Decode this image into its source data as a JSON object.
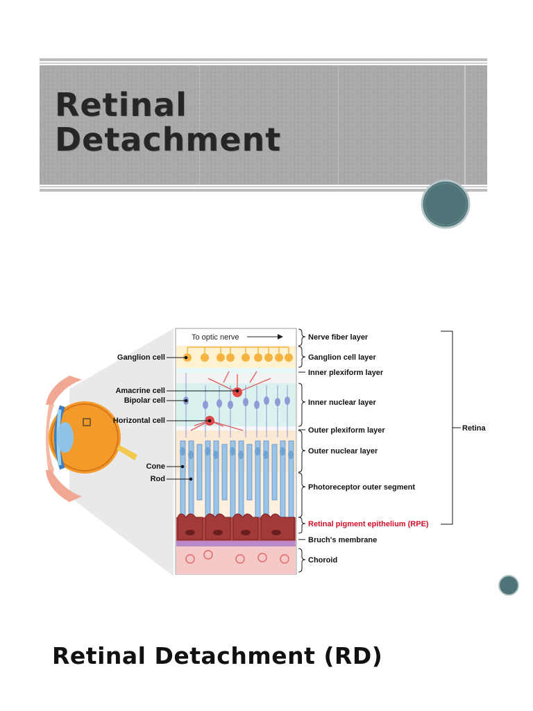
{
  "slide": {
    "title_line1": "Retinal",
    "title_line2": "Detachment",
    "subtitle": "Retinal Detachment (RD)"
  },
  "diagram": {
    "top_label": "To optic nerve",
    "left_labels": {
      "ganglion": "Ganglion cell",
      "amacrine": "Amacrine cell",
      "bipolar": "Bipolar cell",
      "horizontal": "Horizontal cell",
      "cone": "Cone",
      "rod": "Rod"
    },
    "layers": {
      "nerve_fiber": "Nerve fiber layer",
      "ganglion_cell": "Ganglion cell layer",
      "inner_plexiform": "Inner plexiform layer",
      "inner_nuclear": "Inner nuclear layer",
      "outer_plexiform": "Outer plexiform layer",
      "outer_nuclear": "Outer nuclear layer",
      "photoreceptor": "Photoreceptor outer segment",
      "rpe": "Retinal pigment epithelium (RPE)",
      "bruch": "Bruch's membrane",
      "choroid": "Choroid"
    },
    "group_label": "Retina",
    "colors": {
      "rpe_text": "#d0102a",
      "accent_circle": "#4f7478"
    }
  }
}
